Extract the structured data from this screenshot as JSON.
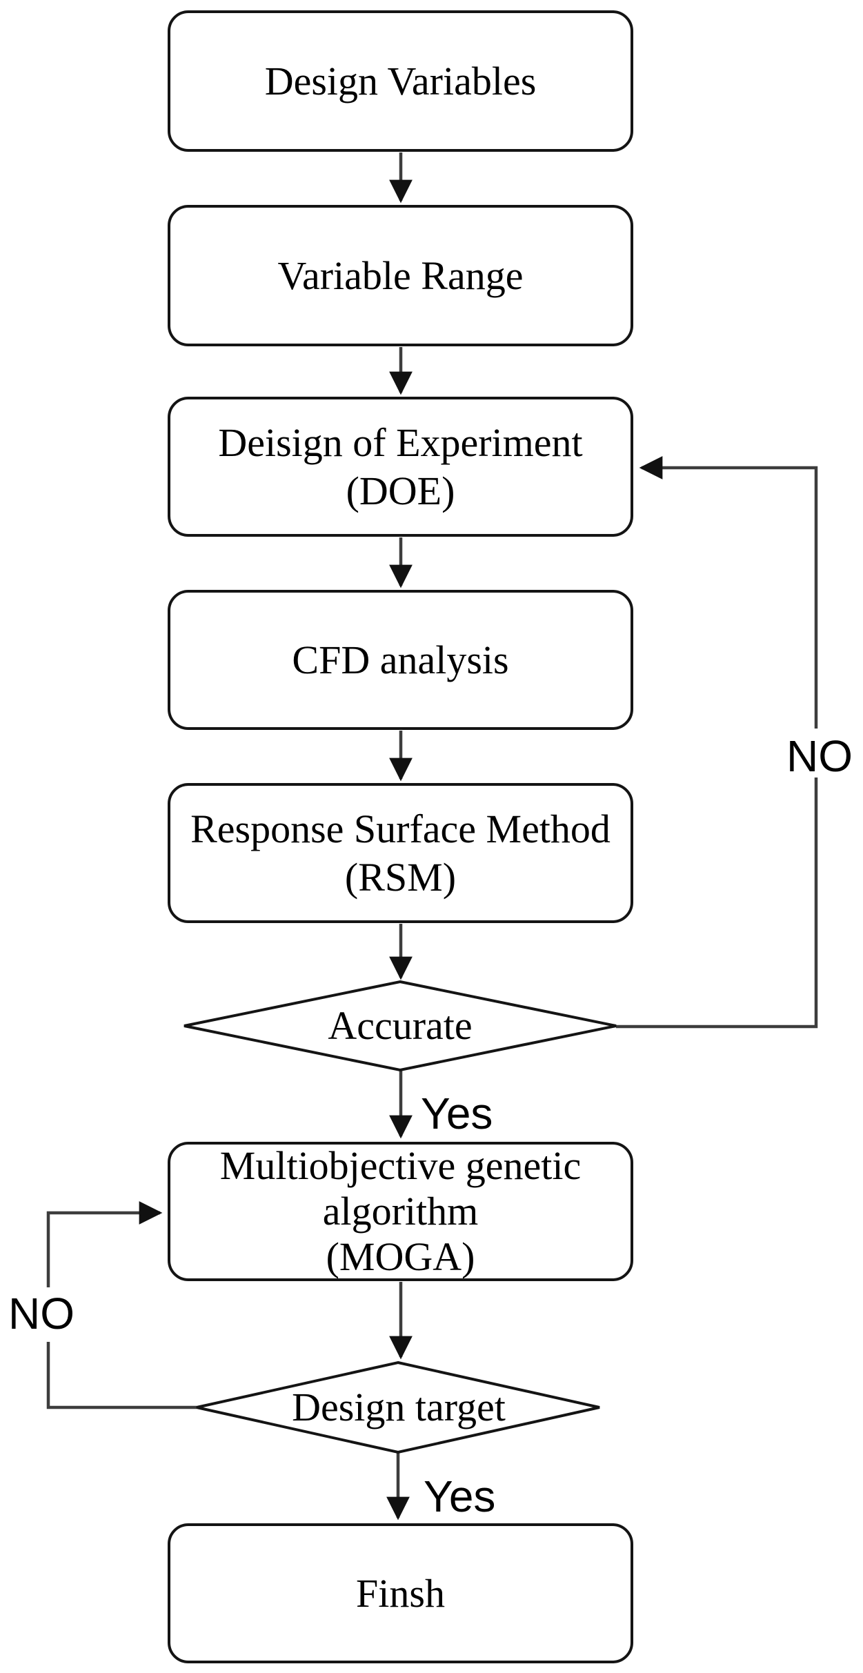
{
  "figure": {
    "type": "flowchart",
    "background": "#ffffff"
  },
  "colors": {
    "connector": "#3d3d3d",
    "node_border": "#141414",
    "node_fill": "#ffffff",
    "text": "#000000"
  },
  "nodes": [
    {
      "id": "design-variables",
      "shape": "rounded-rectangle",
      "lines": [
        "Design Variables"
      ]
    },
    {
      "id": "variable-range",
      "shape": "rounded-rectangle",
      "lines": [
        "Variable Range"
      ]
    },
    {
      "id": "design-of-experiment",
      "shape": "rounded-rectangle",
      "lines": [
        "Deisign of Experiment",
        "(DOE)"
      ]
    },
    {
      "id": "cfd-analysis",
      "shape": "rounded-rectangle",
      "lines": [
        "CFD analysis"
      ]
    },
    {
      "id": "response-surface-method",
      "shape": "rounded-rectangle",
      "lines": [
        "Response Surface Method",
        "(RSM)"
      ]
    },
    {
      "id": "accurate-decision",
      "shape": "diamond",
      "lines": [
        "Accurate"
      ]
    },
    {
      "id": "moga",
      "shape": "rounded-rectangle",
      "lines": [
        "Multiobjective genetic",
        "algorithm",
        "(MOGA)"
      ]
    },
    {
      "id": "design-target-decision",
      "shape": "diamond",
      "lines": [
        "Design target"
      ]
    },
    {
      "id": "finish",
      "shape": "rounded-rectangle",
      "lines": [
        "Finsh"
      ]
    }
  ],
  "edges": [
    {
      "from": "design-variables",
      "to": "variable-range",
      "label": ""
    },
    {
      "from": "variable-range",
      "to": "design-of-experiment",
      "label": ""
    },
    {
      "from": "design-of-experiment",
      "to": "cfd-analysis",
      "label": ""
    },
    {
      "from": "cfd-analysis",
      "to": "response-surface-method",
      "label": ""
    },
    {
      "from": "response-surface-method",
      "to": "accurate-decision",
      "label": ""
    },
    {
      "from": "accurate-decision",
      "to": "moga",
      "label": "Yes"
    },
    {
      "from": "accurate-decision",
      "to": "design-of-experiment",
      "label": "NO"
    },
    {
      "from": "moga",
      "to": "design-target-decision",
      "label": ""
    },
    {
      "from": "design-target-decision",
      "to": "moga",
      "label": "NO"
    },
    {
      "from": "design-target-decision",
      "to": "finish",
      "label": "Yes"
    }
  ]
}
